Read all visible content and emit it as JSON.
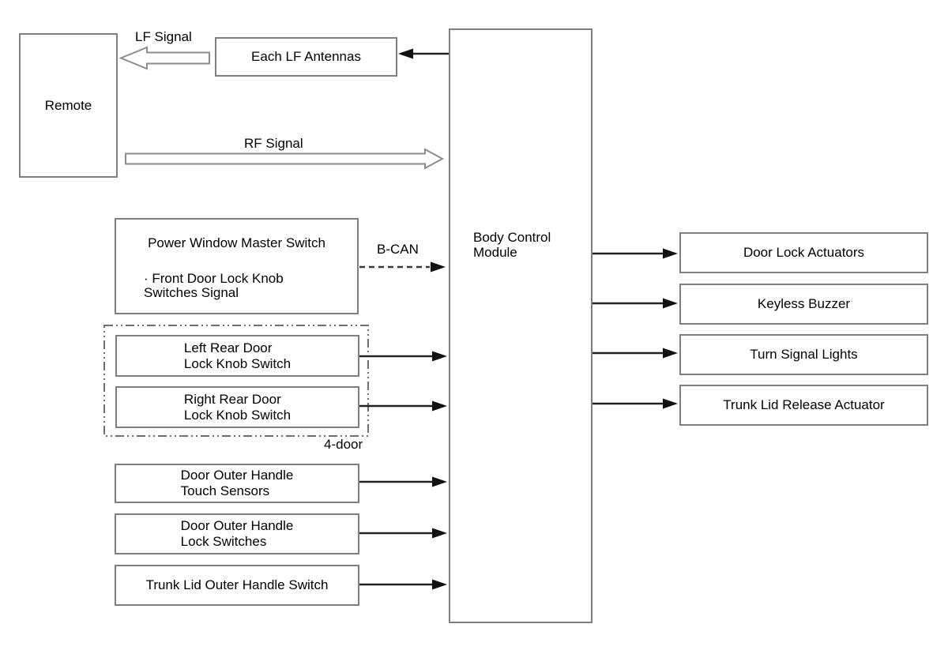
{
  "diagram": {
    "title_hint": "Keyless access system block diagram",
    "colors": {
      "background": "#ffffff",
      "box_border": "#7f7f7f",
      "solid_arrow": "#222222",
      "dashed_arrow": "#3a3a3a",
      "hollow_arrow_outline": "#8c8c8c",
      "group_border": "#6f6f6f",
      "text": "#000000"
    },
    "nodes": {
      "remote": {
        "label": "Remote"
      },
      "each_lf_antennas": {
        "label": "Each LF Antennas"
      },
      "body_control_module": {
        "label": "Body Control\nModule"
      },
      "power_window_master_switch": {
        "title": "Power Window Master Switch",
        "sub": "· Front Door Lock Knob\nSwitches Signal"
      },
      "left_rear_door_lock_knob_switch": {
        "label": "Left Rear Door\nLock Knob Switch"
      },
      "right_rear_door_lock_knob_switch": {
        "label": "Right Rear Door\nLock Knob Switch"
      },
      "door_outer_handle_touch_sensors": {
        "label": "Door Outer Handle\nTouch Sensors"
      },
      "door_outer_handle_lock_switches": {
        "label": "Door Outer Handle\nLock Switches"
      },
      "trunk_lid_outer_handle_switch": {
        "label": "Trunk Lid Outer Handle Switch"
      },
      "door_lock_actuators": {
        "label": "Door Lock Actuators"
      },
      "keyless_buzzer": {
        "label": "Keyless Buzzer"
      },
      "turn_signal_lights": {
        "label": "Turn Signal Lights"
      },
      "trunk_lid_release_actuator": {
        "label": "Trunk Lid Release Actuator"
      }
    },
    "edge_labels": {
      "lf_signal": "LF Signal",
      "rf_signal": "RF Signal",
      "b_can": "B-CAN",
      "four_door": "4-door"
    }
  }
}
